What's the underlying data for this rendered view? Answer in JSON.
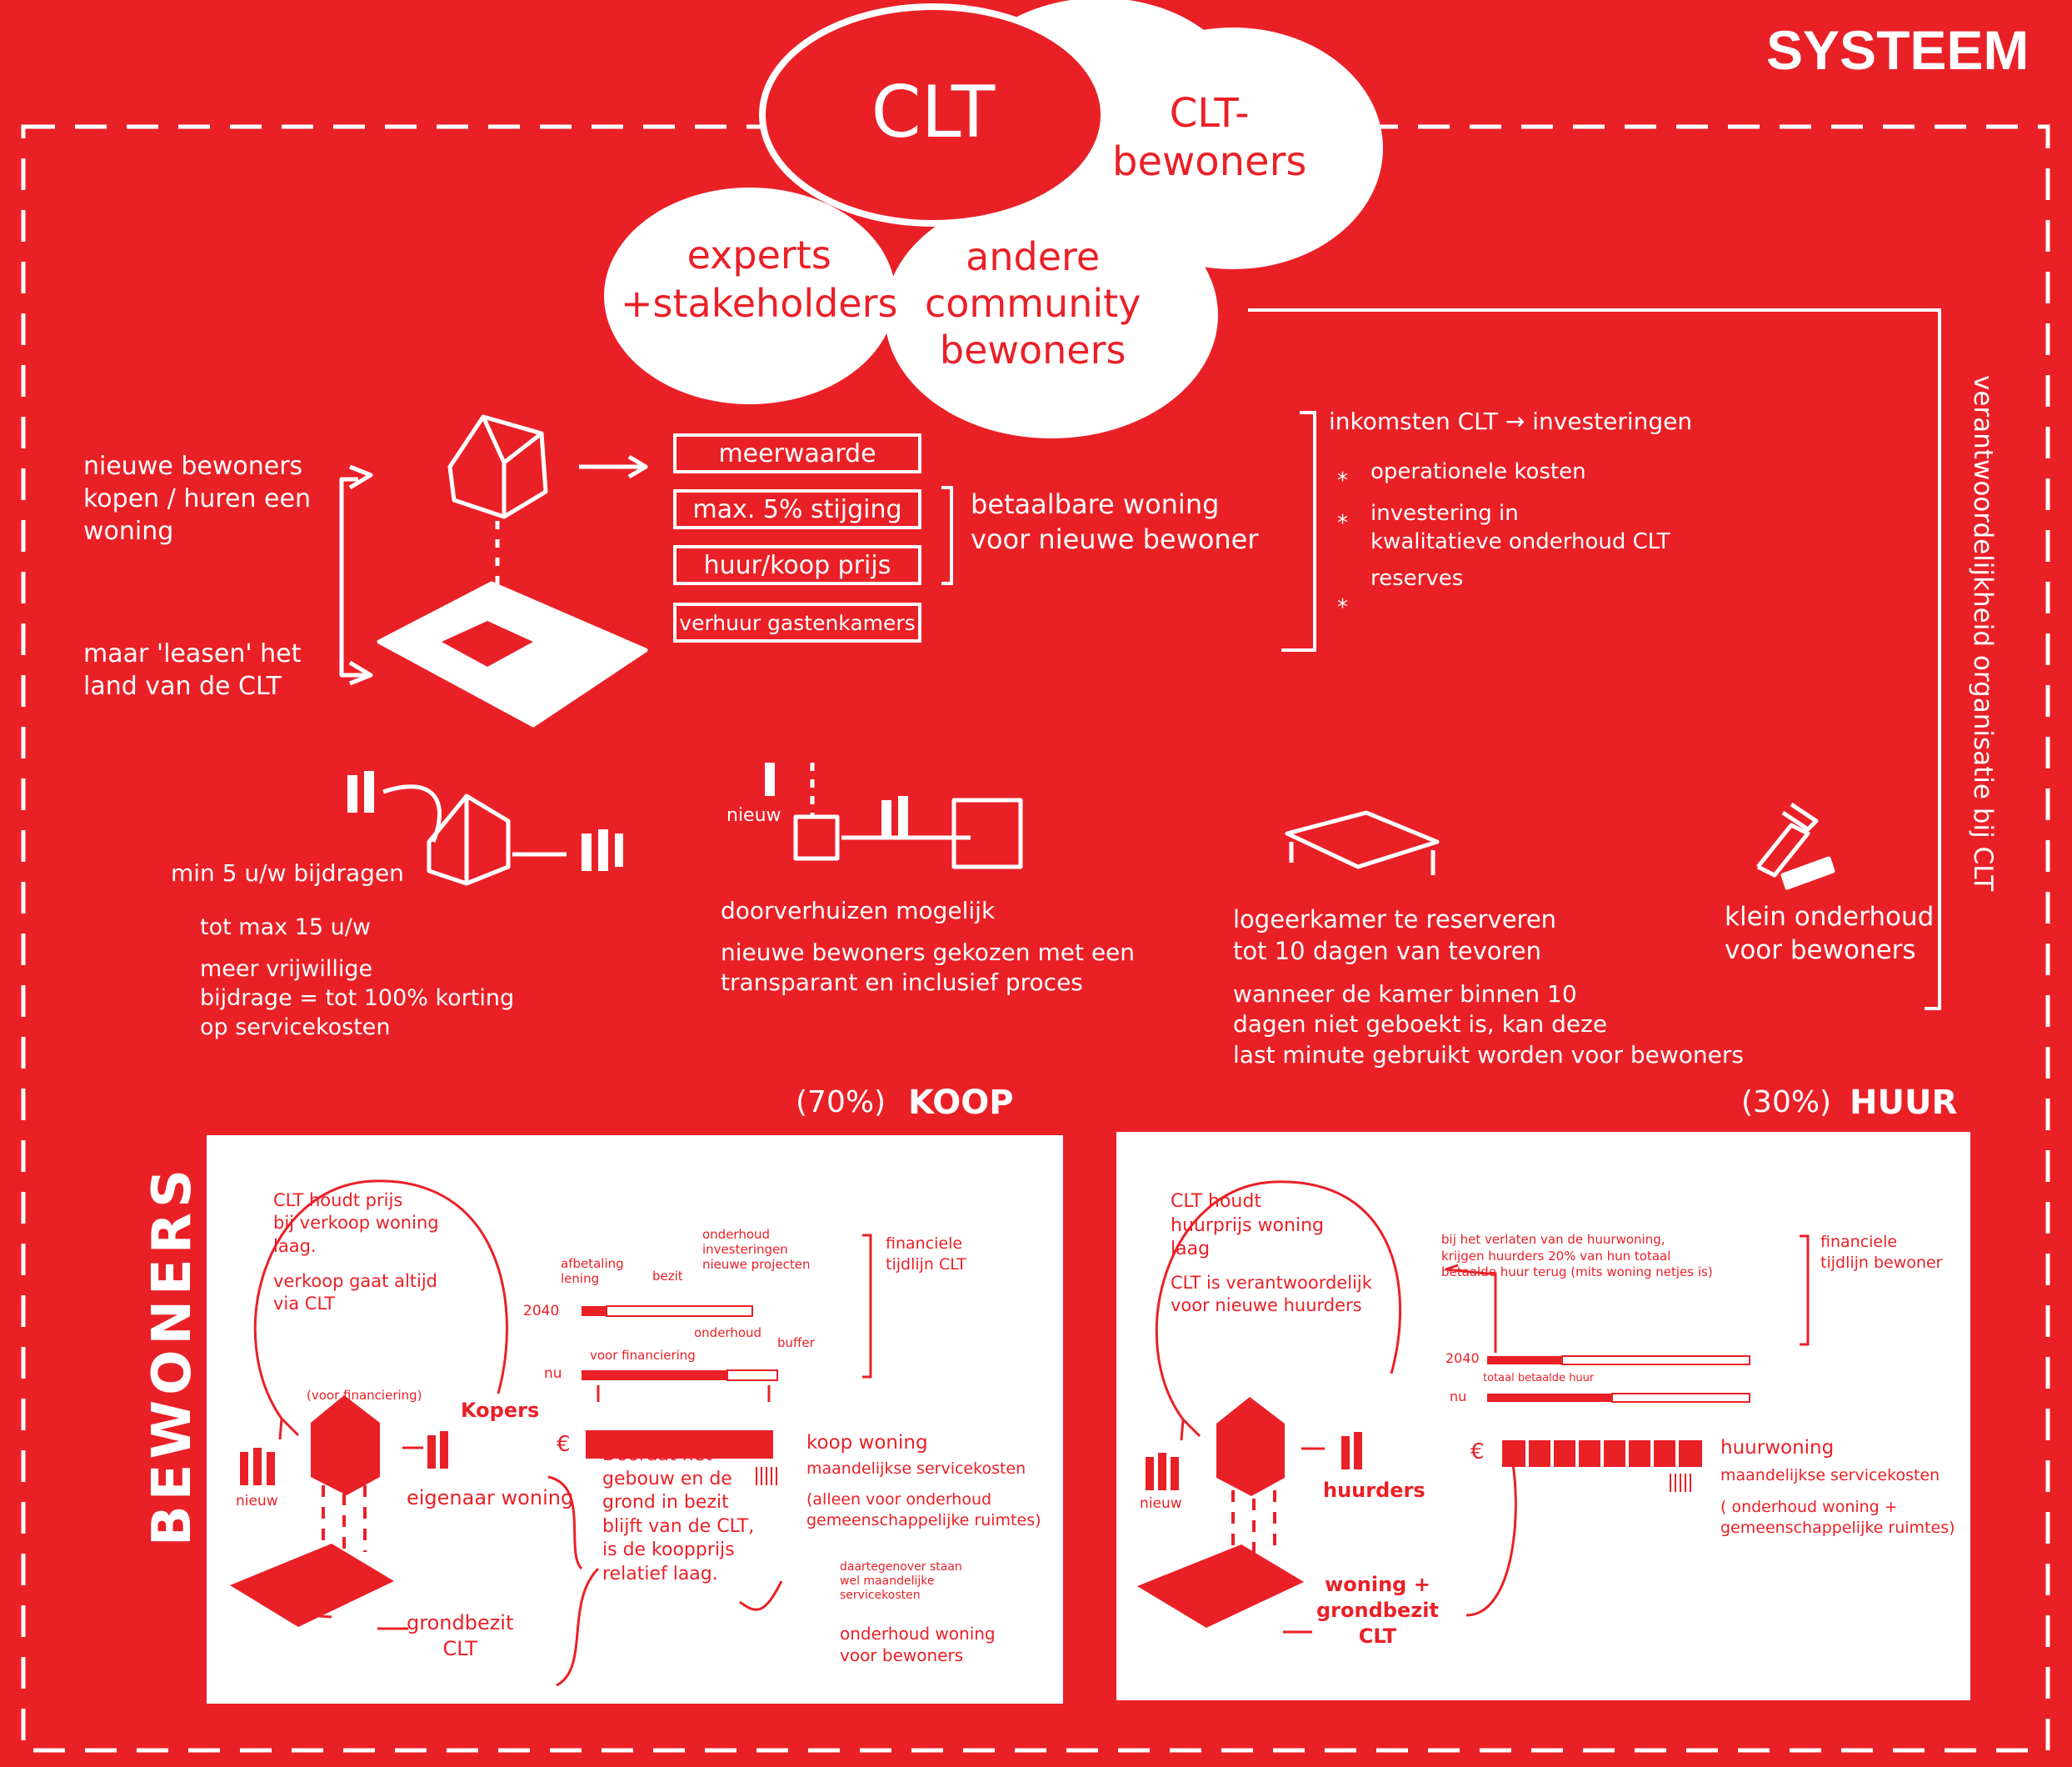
{
  "header": {
    "title": "SYSTEEM"
  },
  "bubbles": {
    "clt": "CLT",
    "clt_bewoners": "CLT-\nbewoners",
    "experts": "experts\n+stakeholders",
    "andere": "andere\ncommunity\nbewoners"
  },
  "side_label": "verantwoordelijkheid organisatie bij CLT",
  "left_notes": {
    "nieuwe": "nieuwe bewoners\nkopen / huren een\nwoning",
    "leasen": "maar 'leasen' het\nland van de CLT"
  },
  "price_stack": [
    "meerwaarde",
    "max. 5% stijging",
    "huur/koop prijs",
    "verhuur gastenkamers"
  ],
  "betaalbare": "betaalbare woning\nvoor nieuwe bewoner",
  "income": {
    "title": "inkomsten CLT → investeringen",
    "items": [
      "operationele kosten",
      "investering in\nkwalitatieve onderhoud CLT",
      "reserves"
    ]
  },
  "features": {
    "bijdragen": "min 5 u/w bijdragen",
    "bijdragen_items": [
      "tot max 15 u/w",
      "meer vrijwillige\nbijdrage = tot 100% korting\n    op servicekosten"
    ],
    "nieuw": "nieuw",
    "doorverhuizen": [
      "doorverhuizen mogelijk",
      "nieuwe bewoners gekozen met een\ntransparant en inclusief proces"
    ],
    "logeer": [
      "logeerkamer te reserveren\ntot 10 dagen van tevoren",
      "wanneer de kamer binnen 10\ndagen niet geboekt is, kan deze\nlast minute gebruikt worden voor bewoners"
    ],
    "onderhoud": "klein onderhoud\nvoor bewoners"
  },
  "koop": {
    "pct": "(70%)",
    "label": "KOOP"
  },
  "huur": {
    "pct": "(30%)",
    "label": "HUUR"
  },
  "bewoners_label": "BEWONERS",
  "panel_koop": {
    "clt_text": "CLT houdt prijs\nbij verkoop woning\nlaag.",
    "verkoop": "verkoop gaat altijd\nvia CLT",
    "voor_fin": "(voor financiering)",
    "kopers": "Kopers",
    "eigenaar": "eigenaar woning",
    "nieuw": "nieuw",
    "grondbezit": "grondbezit\nCLT",
    "afbetaling": "afbetaling\nlening",
    "onderhoud_inv": "onderhoud\ninvesteringen\nnieuwe projecten",
    "bezit": "bezit",
    "y2040": "2040",
    "nu": "nu",
    "onderhoud": "onderhoud",
    "buffer": "buffer",
    "voor_fin2": "voor financiering",
    "fin_tijdlijn": "financiele\ntijdlijn CLT",
    "euro": "€",
    "koop_woning": "koop woning",
    "maand": "maandelijkse servicekosten",
    "alleen": "(alleen voor onderhoud\ngemeenschappelijke ruimtes)",
    "doordat": "Doordat het\ngebouw en de\ngrond in bezit\nblijft van de CLT,\nis de koopprijs\nrelatief laag.",
    "daartegenover": "daartegenover staan\nwel maandelijke\nservicekosten",
    "onderhoud_woning": "onderhoud woning\nvoor bewoners"
  },
  "panel_huur": {
    "clt_text": "CLT houdt\nhuurprijs woning\nlaag",
    "verantw": "CLT is verantwoordelijk\nvoor nieuwe huurders",
    "nieuw": "nieuw",
    "huurders": "huurders",
    "woning_grond": "woning +\ngrondbezit\nCLT",
    "bij_verlaten": "bij het verlaten van de huurwoning,\nkrijgen huurders 20% van hun totaal\nbetaalde huur terug (mits woning netjes is)",
    "y2040": "2040",
    "nu": "nu",
    "totaal": "totaal betaalde huur",
    "fin_tijdlijn": "financiele\ntijdlijn bewoner",
    "euro": "€",
    "huurwoning": "huurwoning",
    "maand": "maandelijkse servicekosten",
    "onderhoud": "( onderhoud woning +\ngemeenschappelijke ruimtes)"
  }
}
